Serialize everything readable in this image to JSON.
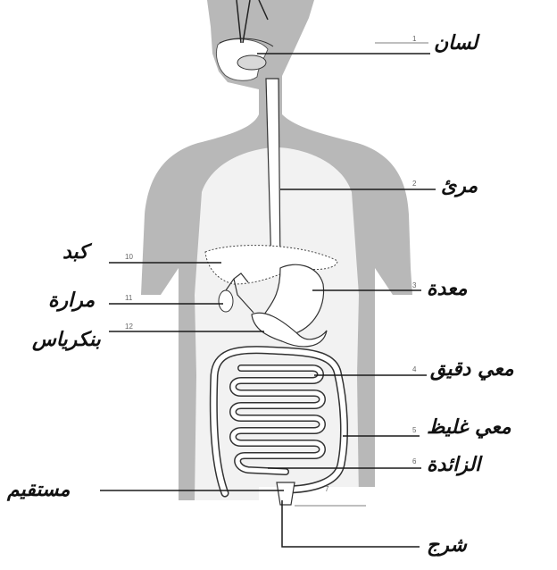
{
  "labels": {
    "tongue": "لسان",
    "esophagus": "مرئ",
    "stomach": "معدة",
    "small_intestine": "معي دقيق",
    "large_intestine": "معي غليظ",
    "appendix": "الزائدة",
    "anus": "شرج",
    "rectum": "مستقيم",
    "liver": "كبد",
    "gallbladder": "مرارة",
    "pancreas": "بنكرياس"
  },
  "numbers": {
    "n1": "1",
    "n2": "2",
    "n3": "3",
    "n4": "4",
    "n5": "5",
    "n6": "6",
    "n7": "7",
    "n10": "10",
    "n11": "11",
    "n12": "12"
  },
  "colors": {
    "body": "#b8b8b8",
    "torso_inner": "#f2f2f2",
    "organ_fill": "#ffffff",
    "line": "#1a1a1a"
  }
}
